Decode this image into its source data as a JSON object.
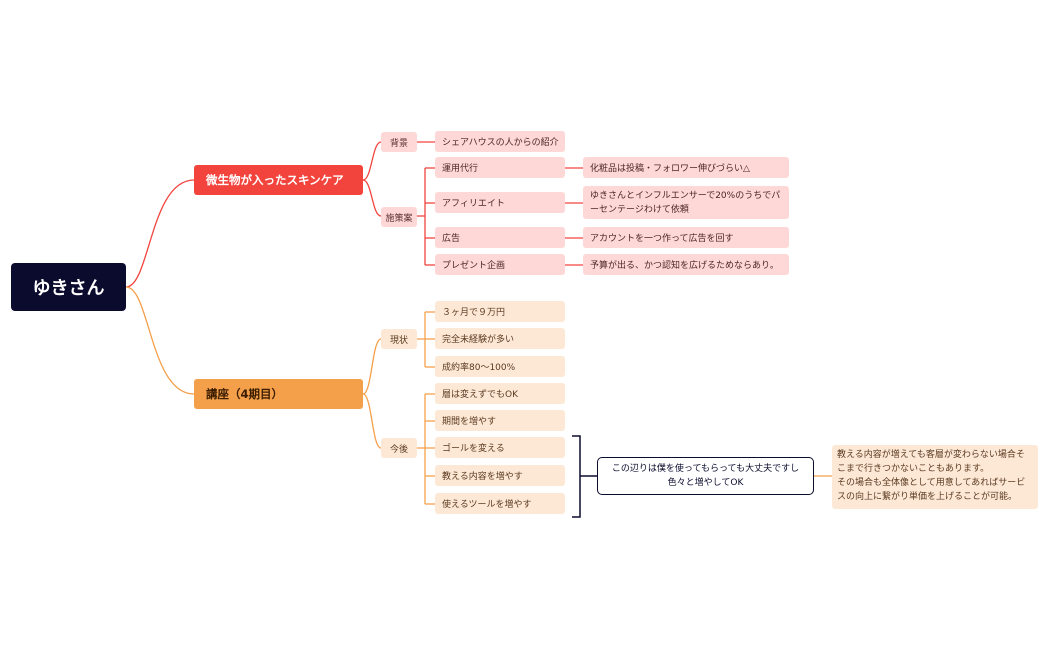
{
  "root": "ゆきさん",
  "branch1": {
    "title": "微生物が入ったスキンケア",
    "background_label": "背景",
    "background_item": "シェアハウスの人からの紹介",
    "plans_label": "施策案",
    "plans": [
      {
        "label": "運用代行",
        "detail": "化粧品は投稿・フォロワー伸びづらい△"
      },
      {
        "label": "アフィリエイト",
        "detail": "ゆきさんとインフルエンサーで20%のうちでパ\nーセンテージわけて依頼"
      },
      {
        "label": "広告",
        "detail": "アカウントを一つ作って広告を回す"
      },
      {
        "label": "プレゼント企画",
        "detail": "予算が出る、かつ認知を広げるためならあり。"
      }
    ]
  },
  "branch2": {
    "title": "講座（4期目）",
    "current_label": "現状",
    "current_items": [
      "３ヶ月で９万円",
      "完全未経験が多い",
      "成約率80〜100%"
    ],
    "future_label": "今後",
    "future_items": [
      "層は変えずでもOK",
      "期間を増やす",
      "ゴールを変える",
      "教える内容を増やす",
      "使えるツールを増やす"
    ],
    "summary_note": "この辺りは僕を使ってもらっても大丈夫ですし\n色々と増やしてOK",
    "comment": "教える内容が増えても客層が変わらない場合そ\nこまで行きつかないこともあります。\nその場合も全体像として用意してあればサービ\nスの向上に繋がり単価を上げることが可能。"
  },
  "colors": {
    "root": "#0b0b2e",
    "red": "#f2443d",
    "orange": "#f4a04b",
    "pink_fill": "#fdd8d6",
    "peach_fill": "#fde8d6"
  }
}
